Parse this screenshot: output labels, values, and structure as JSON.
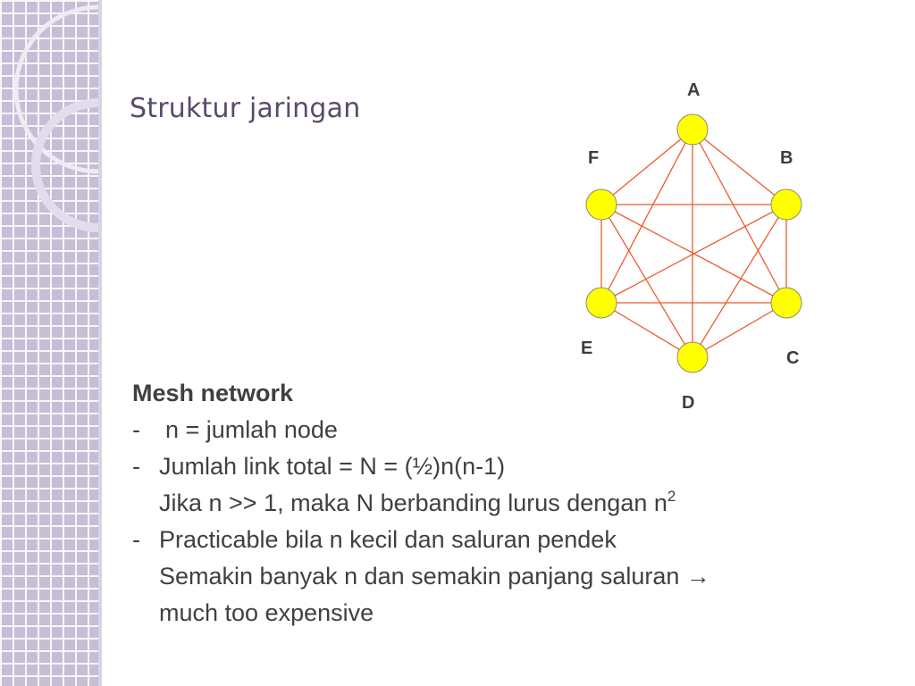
{
  "slide": {
    "title": "Struktur jaringan",
    "accent_color": "#c7bdd6",
    "title_color": "#5a4a6e"
  },
  "diagram": {
    "type": "full-mesh",
    "node_color": "#ffff00",
    "link_color": "#ef5a2e",
    "nodes": [
      "A",
      "B",
      "C",
      "D",
      "E",
      "F"
    ]
  },
  "content": {
    "heading": "Mesh network",
    "bullets": [
      {
        "marker": "-",
        "lines": [
          "n = jumlah node"
        ]
      },
      {
        "marker": "-",
        "lines": [
          "Jumlah link total = N = (½)n(n-1)",
          "Jika n >> 1, maka N berbanding lurus dengan n"
        ],
        "sup": "2"
      },
      {
        "marker": "-",
        "lines": [
          "Practicable bila n kecil dan saluran pendek",
          "Semakin banyak n dan semakin panjang saluran →",
          "much too expensive"
        ]
      }
    ]
  }
}
